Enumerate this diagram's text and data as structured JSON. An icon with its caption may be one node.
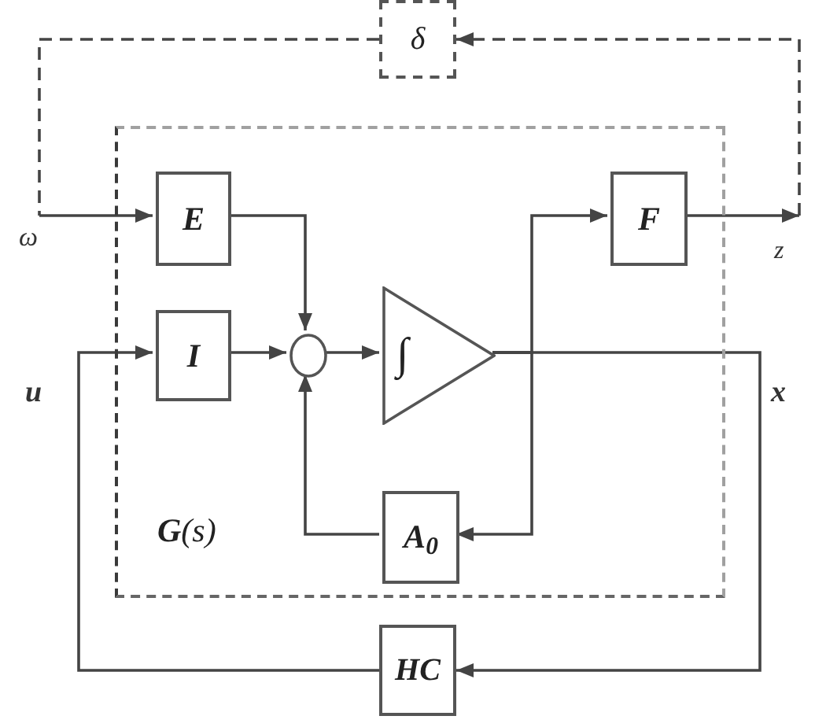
{
  "diagram": {
    "nodes": [
      {
        "text": [
          "δ"
        ]
      },
      {
        "text": [
          "**G**(s)"
        ]
      },
      {
        "text": [
          "E"
        ],
        "in": 1
      },
      {
        "text": [
          "F"
        ],
        "in": 1
      },
      {
        "text": [
          "I"
        ],
        "in": 1
      },
      {
        "text": [],
        "shape": "circle",
        "in": 1
      },
      {
        "text": [
          "∫"
        ],
        "in": 1
      },
      {
        "text": [
          "A$_{0}$"
        ],
        "in": 1
      },
      {
        "text": [
          "HC"
        ]
      }
    ],
    "edges": [
      {
        "from": 0,
        "to": null,
        "arrow": "none",
        "style": "dashed"
      },
      {
        "from": null,
        "to": 2,
        "arrow": "to"
      },
      {
        "from": 2,
        "to": 5,
        "arrow": "to"
      },
      {
        "from": 4,
        "to": 5,
        "arrow": "to"
      },
      {
        "from": 5,
        "to": 6,
        "arrow": "to"
      },
      {
        "from": 6,
        "to": 3,
        "arrow": "to"
      },
      {
        "from": 6,
        "to": 7,
        "arrow": "to"
      },
      {
        "from": 7,
        "to": 5,
        "arrow": "to"
      },
      {
        "from": 6,
        "to": 8,
        "arrow": "to"
      },
      {
        "from": 8,
        "to": 4,
        "arrow": "to"
      },
      {
        "from": 3,
        "to": null,
        "arrow": "to"
      },
      {
        "from": null,
        "to": 0,
        "arrow": "to",
        "style": "dashed"
      }
    ],
    "labels": [
      "ω",
      "z",
      "u",
      "x"
    ]
  }
}
